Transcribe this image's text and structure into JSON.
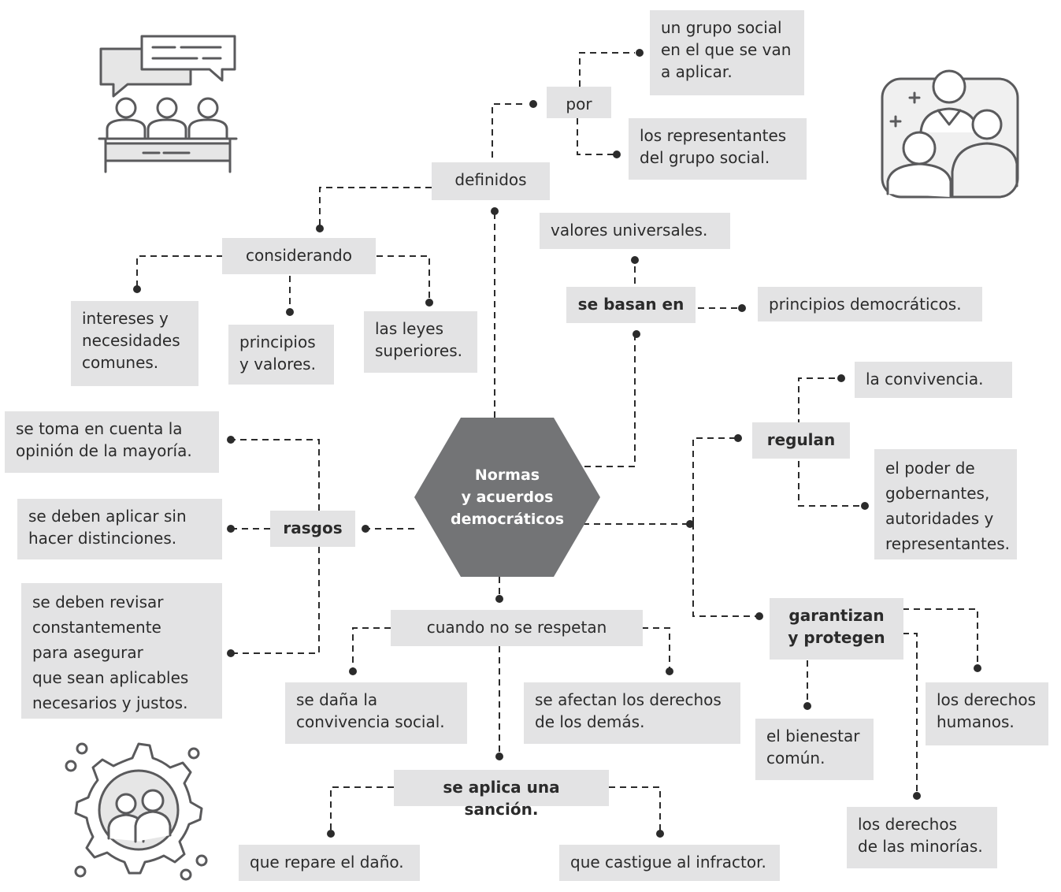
{
  "center": "Normas\ny acuerdos\ndemocráticos",
  "nodes": {
    "por": "por",
    "grupo_social": "un grupo social\nen el que se van\na aplicar.",
    "representantes": "los representantes\ndel grupo social.",
    "definidos": "definidos",
    "considerando": "considerando",
    "intereses": "intereses y\nnecesidades\ncomunes.",
    "principios_valores": "principios\ny valores.",
    "leyes": "las leyes\nsuperiores.",
    "valores_universales": "valores universales.",
    "se_basan_en": "se basan en",
    "principios_democraticos": "principios democráticos.",
    "convivencia": "la convivencia.",
    "regulan": "regulan",
    "poder": "el poder de\ngobernantes,\nautoridades y\nrepresentantes.",
    "garantizan": "garantizan\ny protegen",
    "bienestar": "el bienestar\ncomún.",
    "derechos_humanos": "los derechos\nhumanos.",
    "minorias": "los derechos\nde las minorías.",
    "opinion": "se toma en cuenta la\nopinión de la mayoría.",
    "distinciones": "se deben aplicar sin\nhacer distinciones.",
    "revisar": "se deben revisar\nconstantemente\npara asegurar\nque sean aplicables\nnecesarios y justos.",
    "rasgos": "rasgos",
    "no_respetan": "cuando no se respetan",
    "dana": "se daña la\nconvivencia social.",
    "afectan": "se afectan los derechos\nde los demás.",
    "sancion": "se aplica una sanción.",
    "repare": "que repare el daño.",
    "castigue": "que castigue al infractor."
  },
  "icons": [
    "meeting-people-icon",
    "group-people-icon",
    "gear-people-icon"
  ],
  "colors": {
    "box": "#e3e3e4",
    "hexagon": "#737476",
    "line": "#2b2b2b"
  }
}
